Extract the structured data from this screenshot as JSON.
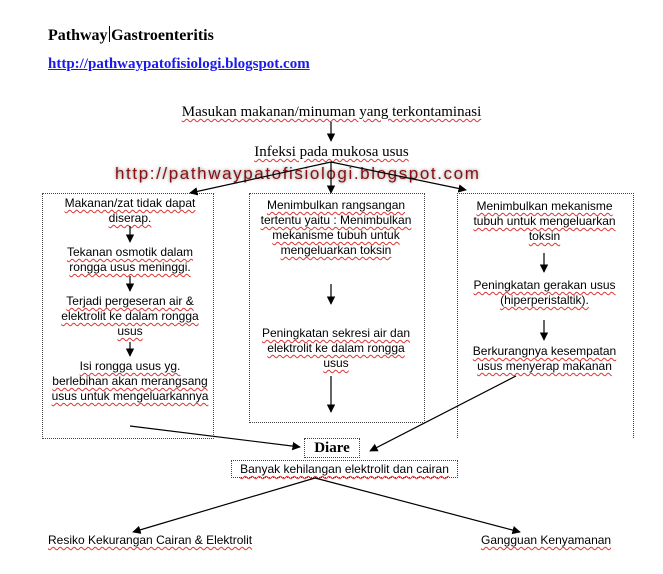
{
  "header": {
    "title_left": "Pathway",
    "title_right": "Gastroenteritis",
    "url": "http://pathwaypatofisiologi.blogspot.com"
  },
  "watermark": "http://pathwaypatofisiologi.blogspot.com",
  "nodes": {
    "top": "Masukan makanan/minuman yang terkontaminasi",
    "infection": "Infeksi pada mukosa usus",
    "left": [
      "Makanan/zat tidak dapat diserap.",
      "Tekanan osmotik dalam rongga usus meninggi.",
      "Terjadi pergeseran air & elektrolit ke dalam rongga usus",
      "Isi rongga usus yg. berlebihan akan merangsang usus untuk mengeluarkannya"
    ],
    "middle": [
      "Menimbulkan rangsangan tertentu yaitu : Menimbulkan mekanisme tubuh untuk mengeluarkan toksin",
      "Peningkatan sekresi air dan elektrolit ke dalam rongga usus"
    ],
    "right": [
      "Menimbulkan mekanisme tubuh untuk mengeluarkan toksin",
      "Peningkatan gerakan usus (hiperperistaltik).",
      "Berkurangnya kesempatan usus menyerap makanan"
    ],
    "diare": "Diare",
    "loss": "Banyak kehilangan elektrolit dan cairan",
    "outcome_left": "Resiko Kekurangan Cairan & Elektrolit",
    "outcome_right": "Gangguan Kenyamanan"
  }
}
